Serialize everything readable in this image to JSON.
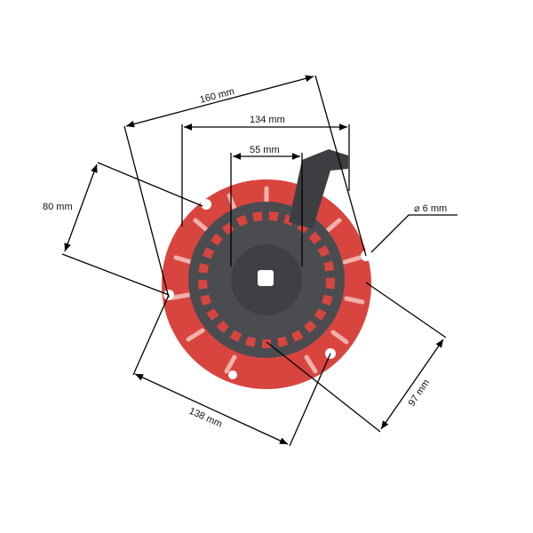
{
  "dimensions": {
    "overall": "160 mm",
    "width": "134 mm",
    "hub": "55 mm",
    "left_mount": "80 mm",
    "hole": "⌀ 6 mm",
    "right_mount": "97 mm",
    "bottom_mount": "138 mm"
  },
  "colors": {
    "housing": "#d8453f",
    "cover": "#4a4c50",
    "lines": "#000000"
  }
}
